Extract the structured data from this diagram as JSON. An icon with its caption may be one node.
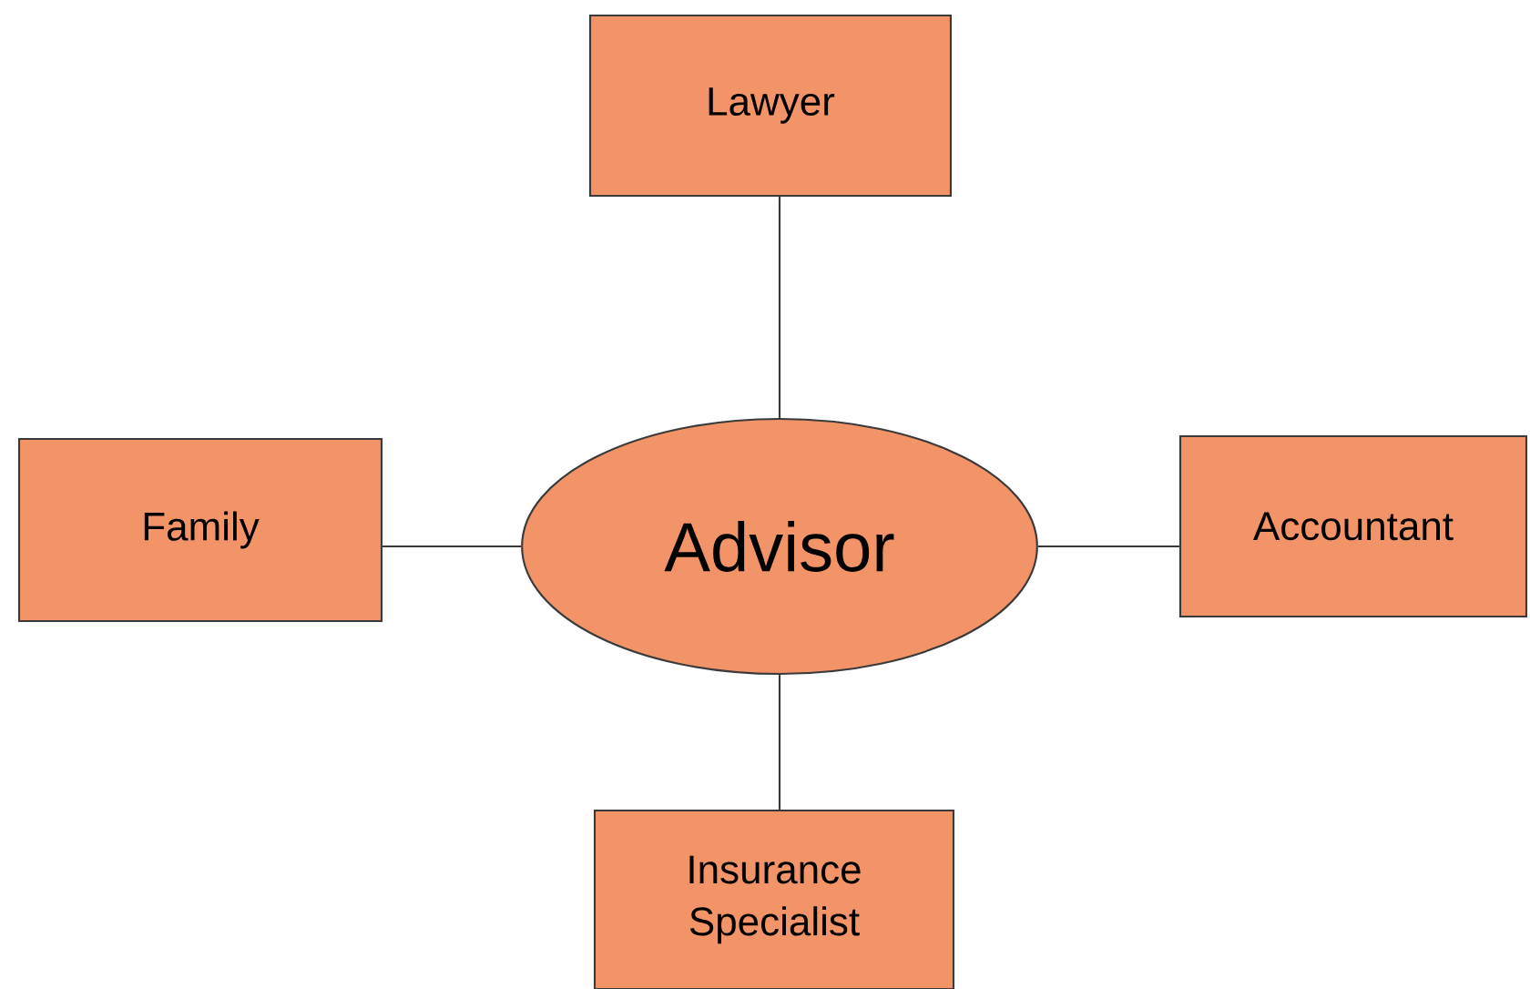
{
  "diagram": {
    "nodes": [
      {
        "text": [
          "Advisor"
        ]
      },
      {
        "text": [
          "Lawyer"
        ]
      },
      {
        "text": [
          "Family"
        ]
      },
      {
        "text": [
          "Accountant"
        ]
      },
      {
        "text": [
          "Insurance Specialist"
        ]
      }
    ],
    "edges": [
      {
        "from": 0,
        "to": 1,
        "arrow": "none"
      },
      {
        "from": 0,
        "to": 2,
        "arrow": "none"
      },
      {
        "from": 0,
        "to": 3,
        "arrow": "none"
      },
      {
        "from": 0,
        "to": 4,
        "arrow": "none"
      }
    ]
  }
}
